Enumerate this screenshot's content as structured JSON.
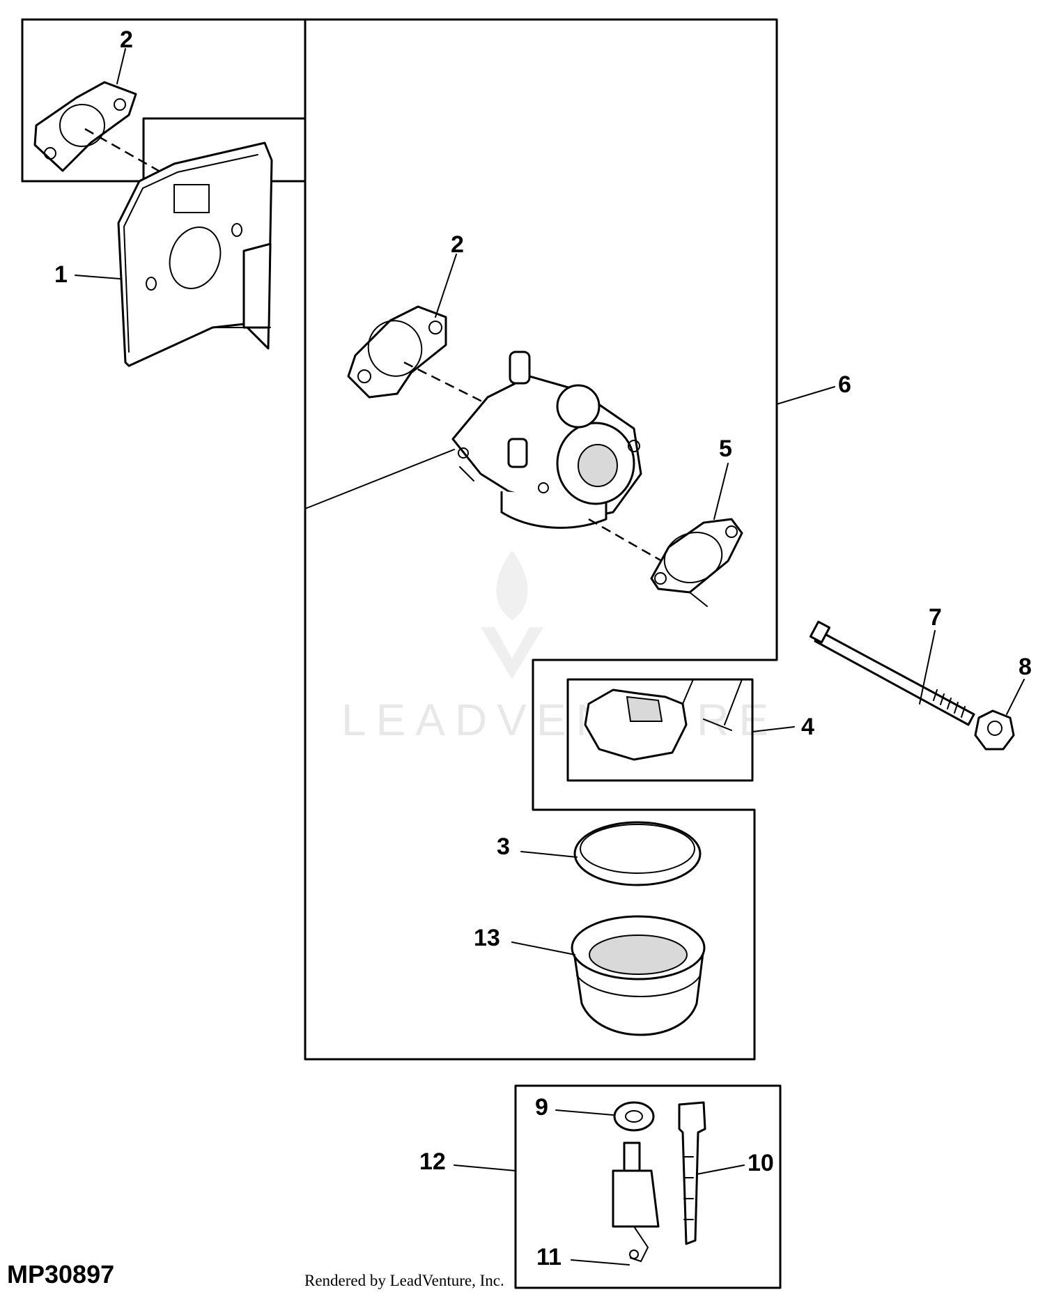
{
  "diagram_id": "MP30897",
  "credit": "Rendered by LeadVenture, Inc.",
  "watermark": "LEADVENTURE",
  "callouts": {
    "c1": "1",
    "c2a": "2",
    "c2b": "2",
    "c3": "3",
    "c4": "4",
    "c5": "5",
    "c6": "6",
    "c7": "7",
    "c8": "8",
    "c9": "9",
    "c10": "10",
    "c11": "11",
    "c12": "12",
    "c13": "13"
  }
}
